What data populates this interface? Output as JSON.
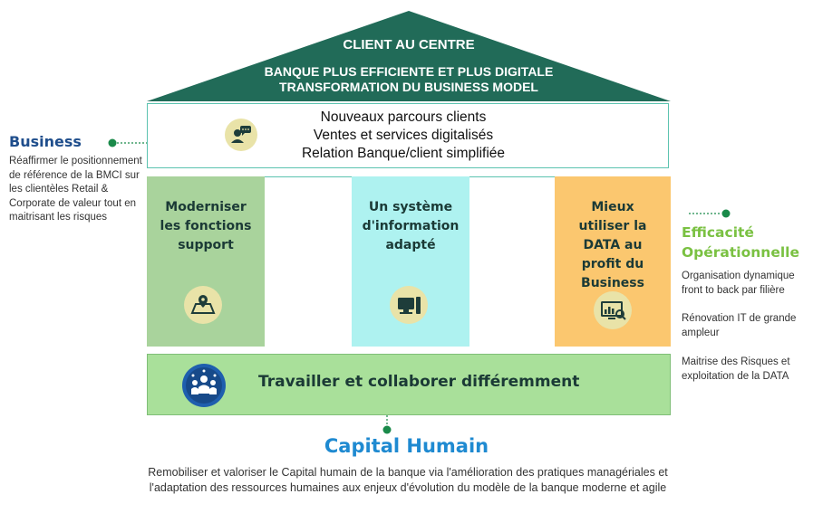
{
  "roof": {
    "line1": "CLIENT AU CENTRE",
    "line2": "BANQUE PLUS EFFICIENTE ET PLUS DIGITALE",
    "line3": "TRANSFORMATION DU BUSINESS MODEL"
  },
  "top_band": {
    "lines": [
      "Nouveaux parcours clients",
      "Ventes et services digitalisés",
      "Relation Banque/client simplifiée"
    ],
    "icon": "chat-person-icon"
  },
  "pillars": [
    {
      "title": "Moderniser les fonctions support",
      "icon": "map-pin-icon",
      "color": "#a9d39c"
    },
    {
      "title": "Un système d'information adapté",
      "icon": "computer-icon",
      "color": "#aef2f0"
    },
    {
      "title": "Mieux utiliser la DATA au profit du Business",
      "icon": "data-screen-icon",
      "color": "#fbc76f"
    }
  ],
  "bottom_band": {
    "title": "Travailler et collaborer différemment",
    "icon": "team-people-icon"
  },
  "business": {
    "title": "Business",
    "description": "Réaffirmer le positionnement de référence de la BMCI sur les clientèles Retail & Corporate de valeur tout en maitrisant les risques"
  },
  "efficacite": {
    "title_line1": "Efficacité",
    "title_line2": "Opérationnelle",
    "items": [
      "Organisation dynamique front to back par filière",
      "Rénovation IT de grande ampleur",
      "Maitrise des Risques et exploitation de la DATA"
    ]
  },
  "capital": {
    "title": "Capital Humain",
    "description": "Remobiliser et valoriser le Capital humain de la banque via l'amélioration des pratiques managériales et l'adaptation des ressources humaines aux enjeux d'évolution du modèle de la banque moderne et agile"
  },
  "colors": {
    "roof": "#216b58",
    "accent_teal": "#5cc3b0",
    "business_blue": "#1f4e8c",
    "efficacite_green": "#7ac142",
    "capital_blue": "#1f8ad1"
  }
}
